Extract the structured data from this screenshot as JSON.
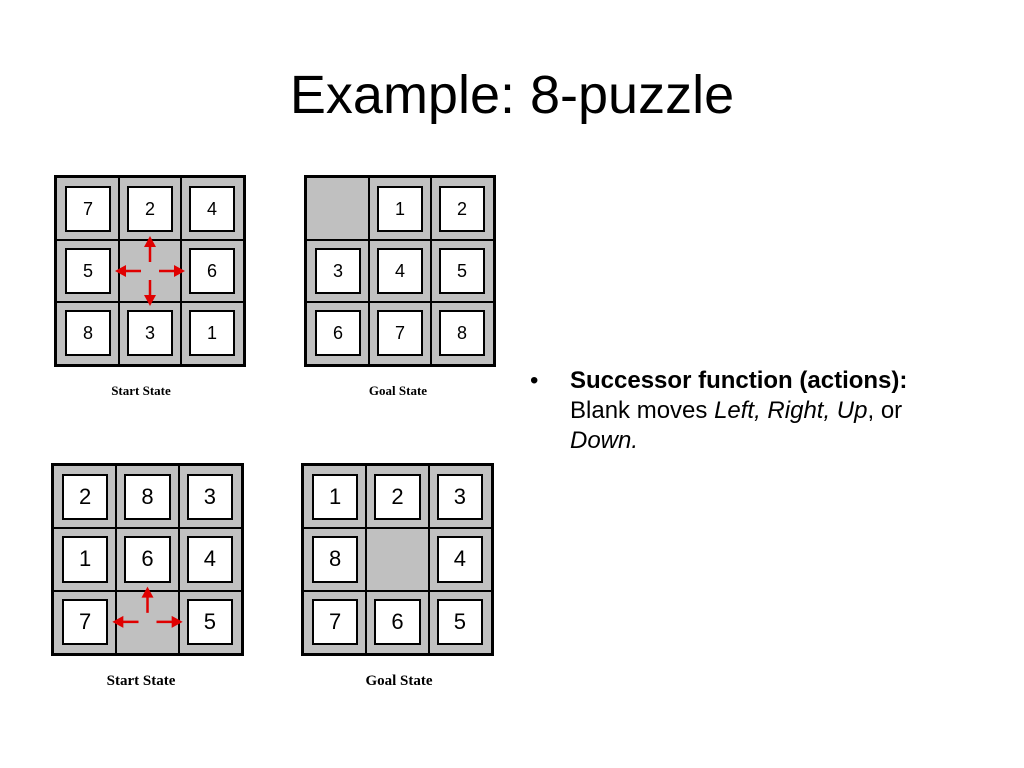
{
  "slide": {
    "title": "Example: 8-puzzle"
  },
  "puzzles": [
    {
      "id": "top-start",
      "caption": "Start State",
      "tiles": [
        "7",
        "2",
        "4",
        "5",
        "",
        "6",
        "8",
        "3",
        "1"
      ],
      "blank_moves": [
        "up",
        "left",
        "right",
        "down"
      ]
    },
    {
      "id": "top-goal",
      "caption": "Goal State",
      "tiles": [
        "",
        "1",
        "2",
        "3",
        "4",
        "5",
        "6",
        "7",
        "8"
      ],
      "blank_moves": []
    },
    {
      "id": "bottom-start",
      "caption": "Start State",
      "tiles": [
        "2",
        "8",
        "3",
        "1",
        "6",
        "4",
        "7",
        "",
        "5"
      ],
      "blank_moves": [
        "up",
        "left",
        "right"
      ]
    },
    {
      "id": "bottom-goal",
      "caption": "Goal State",
      "tiles": [
        "1",
        "2",
        "3",
        "8",
        "",
        "4",
        "7",
        "6",
        "5"
      ],
      "blank_moves": []
    }
  ],
  "colors": {
    "arrow": "#e00000",
    "blank": "#c0c0c0",
    "tile": "#ffffff",
    "border": "#000000"
  },
  "bullet": {
    "marker": "•",
    "label_bold": "Successor function (actions):",
    "text_1": " Blank moves ",
    "italic_1": "Left, Right, Up",
    "text_2": ", or ",
    "italic_2": "Down."
  }
}
